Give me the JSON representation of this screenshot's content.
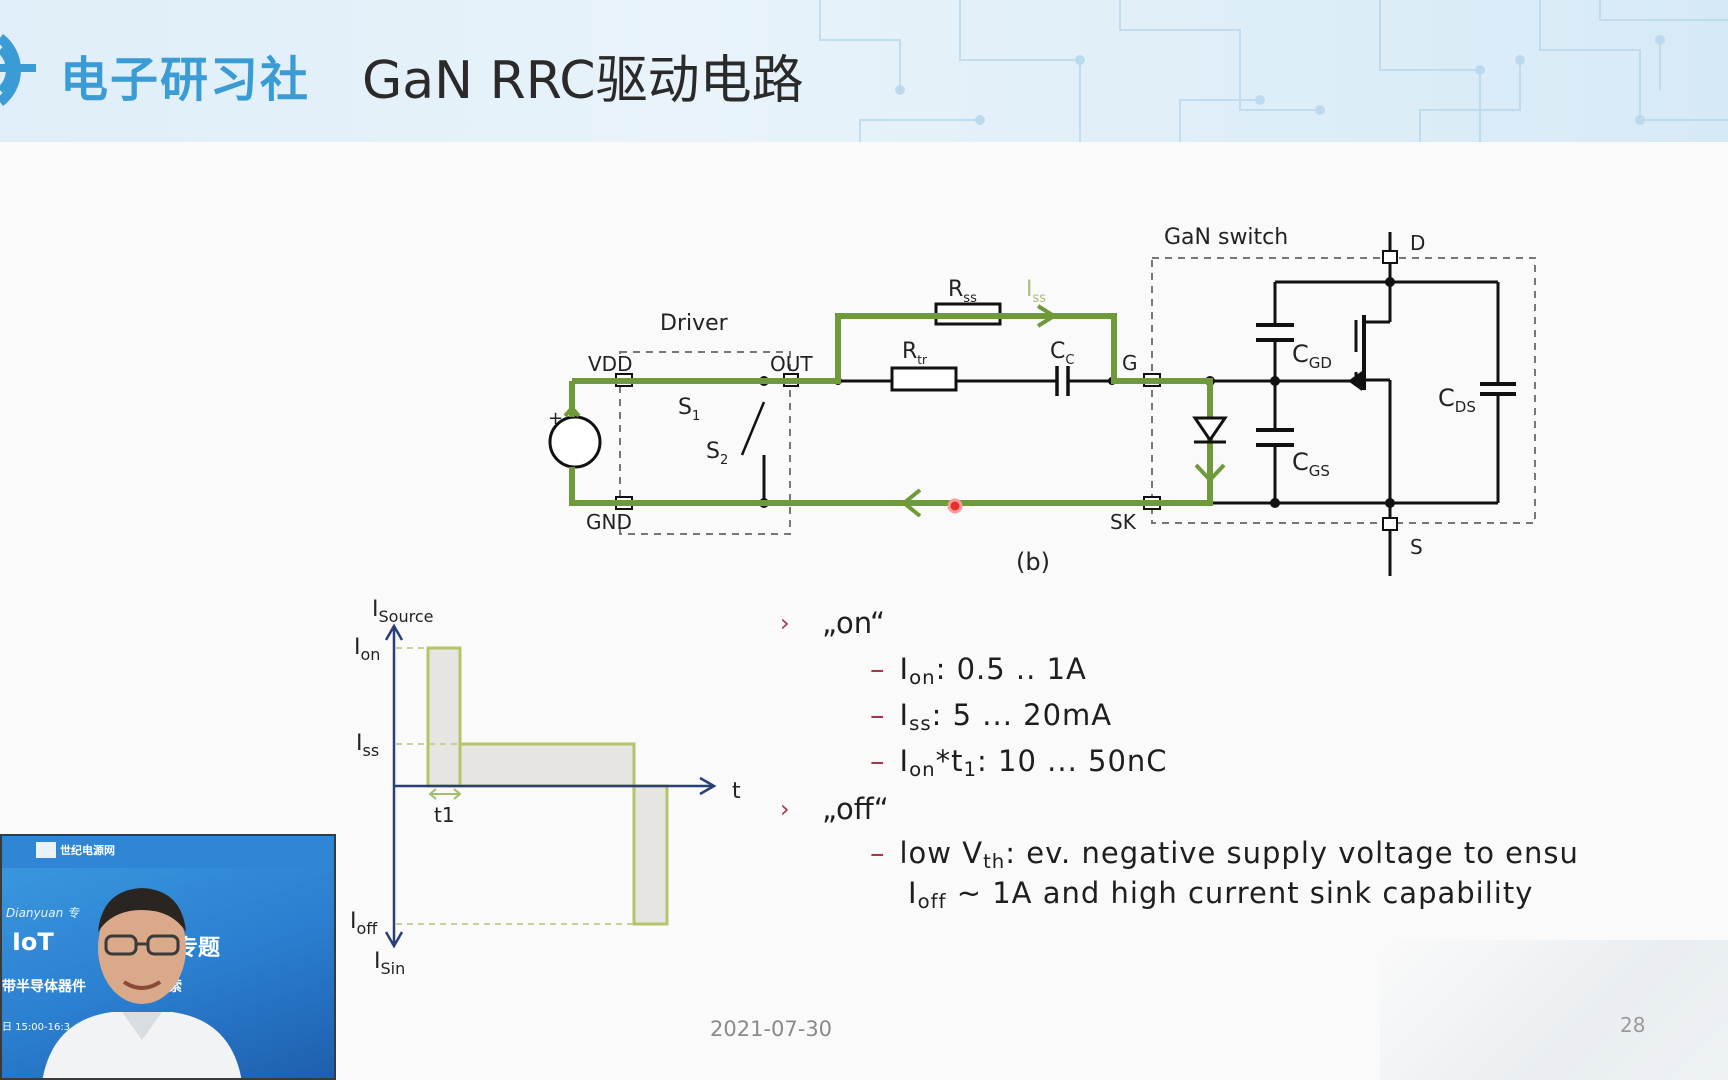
{
  "header": {
    "brand": "电子研习社",
    "title": "GaN RRC驱动电路"
  },
  "circuit": {
    "label_gan_switch": "GaN switch",
    "label_driver": "Driver",
    "label_vdd": "VDD",
    "label_out": "OUT",
    "label_gnd": "GND",
    "label_g": "G",
    "label_sk": "SK",
    "label_d": "D",
    "label_s": "S",
    "label_rss": "R",
    "label_rss_sub": "ss",
    "label_iss": "I",
    "label_iss_sub": "ss",
    "label_rtr": "R",
    "label_rtr_sub": "tr",
    "label_cc": "C",
    "label_cc_sub": "C",
    "label_s1": "S",
    "label_s1_sub": "1",
    "label_s2": "S",
    "label_s2_sub": "2",
    "label_cgd": "C",
    "label_cgd_sub": "GD",
    "label_cgs": "C",
    "label_cgs_sub": "GS",
    "label_cds": "C",
    "label_cds_sub": "DS",
    "label_plus": "+",
    "caption": "(b)"
  },
  "waveform": {
    "y_top": "I",
    "y_top_sub": "Source",
    "y_bottom": "I",
    "y_bottom_sub": "Sin",
    "ion": "I",
    "ion_sub": "on",
    "iss": "I",
    "iss_sub": "ss",
    "ioff": "I",
    "ioff_sub": "off",
    "t_axis": "t",
    "t1": "t1"
  },
  "bullets": {
    "on_head": "„on“",
    "on_items": [
      {
        "pre": "I",
        "sub": "on",
        "post": ": 0.5 .. 1A"
      },
      {
        "pre": "I",
        "sub": "ss",
        "post": ": 5 ... 20mA"
      },
      {
        "pre": "I",
        "sub": "on",
        "mid": "*t",
        "sub2": "1",
        "post": ": 10 ... 50nC"
      }
    ],
    "off_head": "„off“",
    "off_line1_pre": "low V",
    "off_line1_sub": "th",
    "off_line1_post": ": ev. negative supply voltage to ensu",
    "off_line2_pre": "I",
    "off_line2_sub": "off",
    "off_line2_post": " ~ 1A and high current sink capability"
  },
  "footer": {
    "date": "2021-07-30",
    "page": "28"
  },
  "webcam": {
    "logo": "世纪电源网",
    "line1": "Dianyuan 专",
    "line2": "IoT ",
    "line3": "带专题",
    "line4": "带半导体器件",
    "line5": "探索",
    "line6": "日 15:00-16:3"
  },
  "colors": {
    "green_path": "#6f9a3a",
    "accent_red": "#a2364e",
    "brand_blue": "#3a9bd5",
    "waveform_green": "#b5c36a"
  }
}
